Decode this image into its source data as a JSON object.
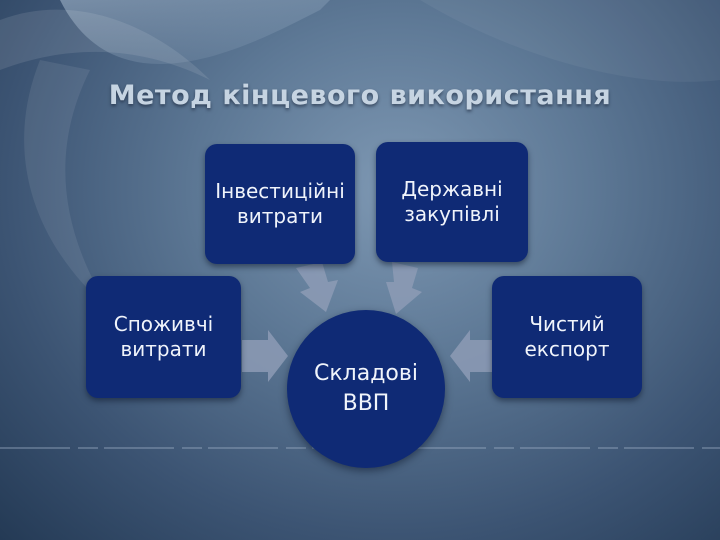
{
  "slide": {
    "title": "Метод кінцевого використання"
  },
  "diagram": {
    "center": "Складові\nВВП",
    "components": {
      "investment": "Інвестиційні\nвитрати",
      "government": "Державні\nзакупівлі",
      "consumption": "Споживчі\nвитрати",
      "net_exports": "Чистий\nекспорт"
    }
  },
  "colors": {
    "node_fill": "#0f2a75",
    "node_text": "#f0f4fb",
    "arrow_fill": "#8d9bb5",
    "title_text": "#c6d4e2"
  }
}
